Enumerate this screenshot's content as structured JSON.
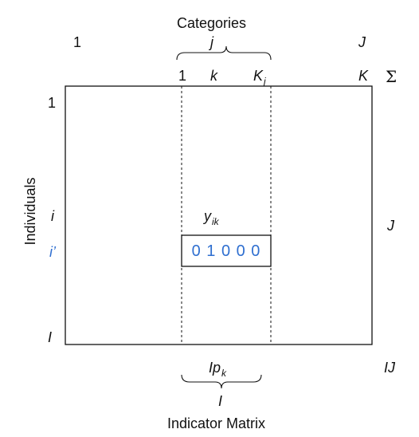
{
  "title_top": "Categories",
  "title_bottom": "Indicator Matrix",
  "axis_left": "Individuals",
  "top_labels": {
    "first_variable": "1",
    "variable_j": "j",
    "last_variable": "J",
    "cat_first": "1",
    "cat_k": "k",
    "cat_last_base": "K",
    "cat_last_sub": "j",
    "total_categories": "K",
    "sum_symbol": "Σ"
  },
  "row_labels": {
    "first": "1",
    "row_i": "i",
    "row_i_prime": "i’",
    "last": "I"
  },
  "cell": {
    "label_base": "y",
    "label_sub": "ik",
    "row_values": "0 1 0 0 0"
  },
  "right_labels": {
    "row_sum": "J",
    "grand_total": "IJ"
  },
  "bottom_labels": {
    "col_sum_base": "Ip",
    "col_sum_sub": "k",
    "block_total": "I"
  },
  "colors": {
    "line": "#111111",
    "highlight": "#2f6fd0"
  }
}
